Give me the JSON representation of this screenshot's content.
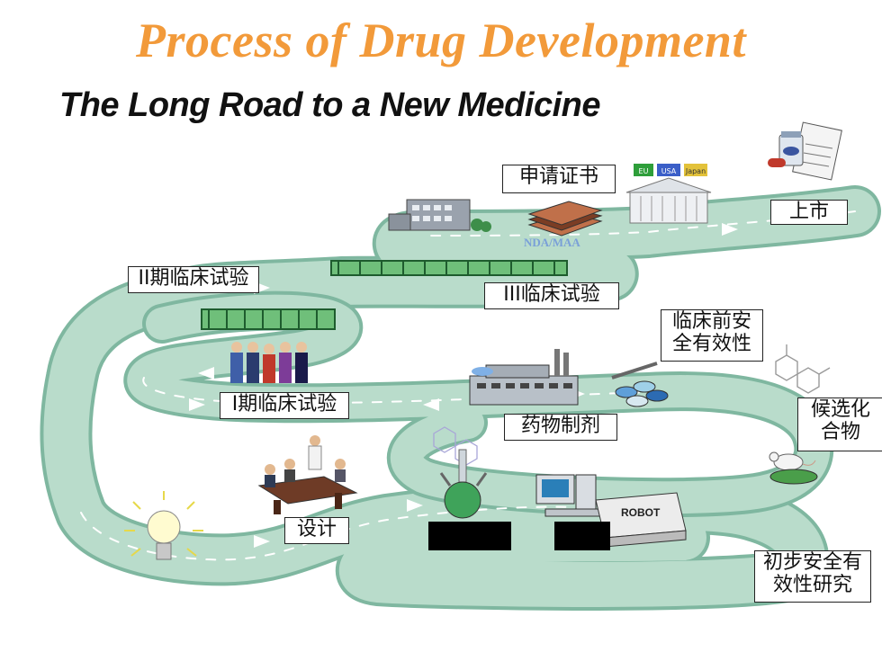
{
  "title": "Process of Drug Development",
  "subtitle": "The Long Road to a New Medicine",
  "colors": {
    "title": "#f29a3a",
    "road": "#b9dccb",
    "road_edge": "#7fb7a0"
  },
  "stages": {
    "market": "上市",
    "nda_cert": "申请证书",
    "nda_maa": "NDA/MAA",
    "phase3": "III临床试验",
    "phase2": "II期临床试验",
    "preclinical": "临床前安\n全有效性",
    "phase1": "I期临床试验",
    "formulation": "药物制剂",
    "candidate": "候选化\n合物",
    "design": "设计",
    "early_safety": "初步安全有\n效性研究",
    "robot": "ROBOT"
  },
  "flags": [
    "EU",
    "USA",
    "Japan"
  ]
}
